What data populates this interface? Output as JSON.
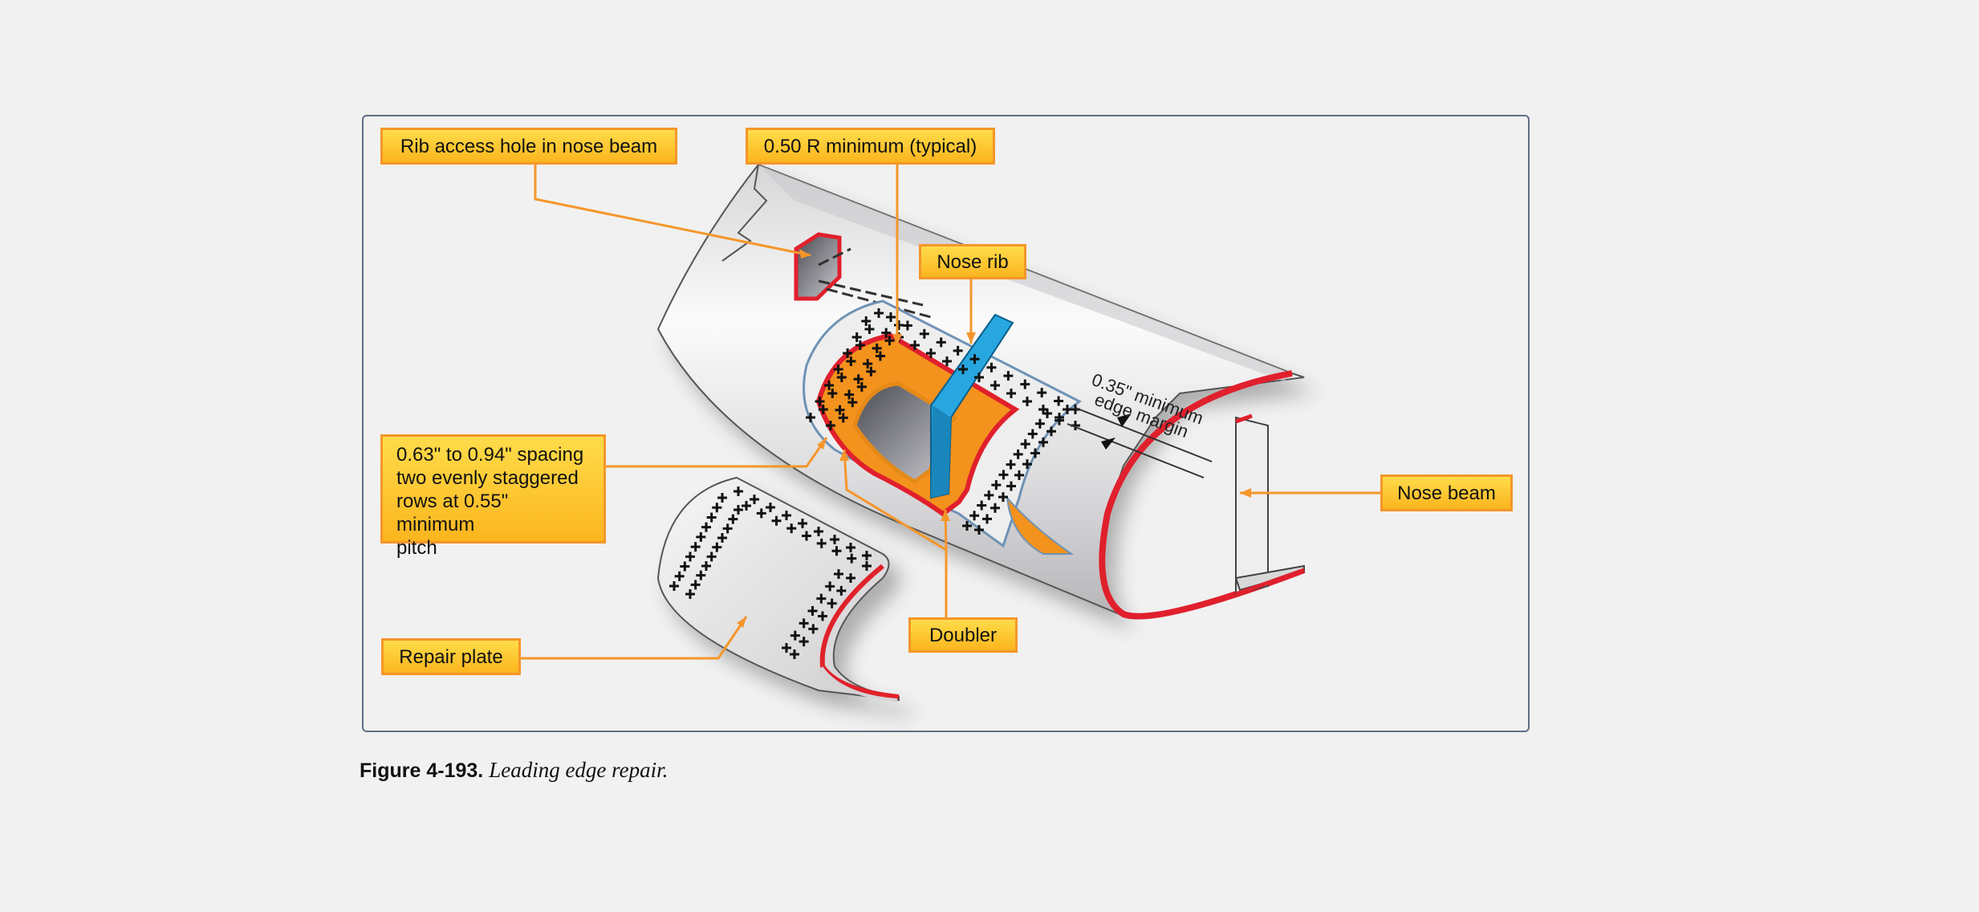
{
  "figure": {
    "number": "Figure 4-193.",
    "title": "Leading edge repair."
  },
  "callouts": {
    "rib_access": "Rib access hole in nose beam",
    "radius_min": "0.50 R minimum (typical)",
    "nose_rib": "Nose rib",
    "spacing": [
      "0.63\" to 0.94\" spacing",
      "two evenly staggered",
      "rows at 0.55\" minimum",
      "pitch"
    ],
    "nose_beam": "Nose beam",
    "repair_plate": "Repair plate",
    "doubler": "Doubler"
  },
  "edge_margin": [
    "0.35\" minimum",
    "edge margin"
  ],
  "colors": {
    "callout_fill": "#fcc12c",
    "callout_border": "#f5962a",
    "leader_line": "#f5962a",
    "skin_edge_red": "#e0202c",
    "doubler_orange": "#f3921c",
    "nose_rib_blue": "#27a6e0",
    "frame_border": "#5d6f86"
  }
}
